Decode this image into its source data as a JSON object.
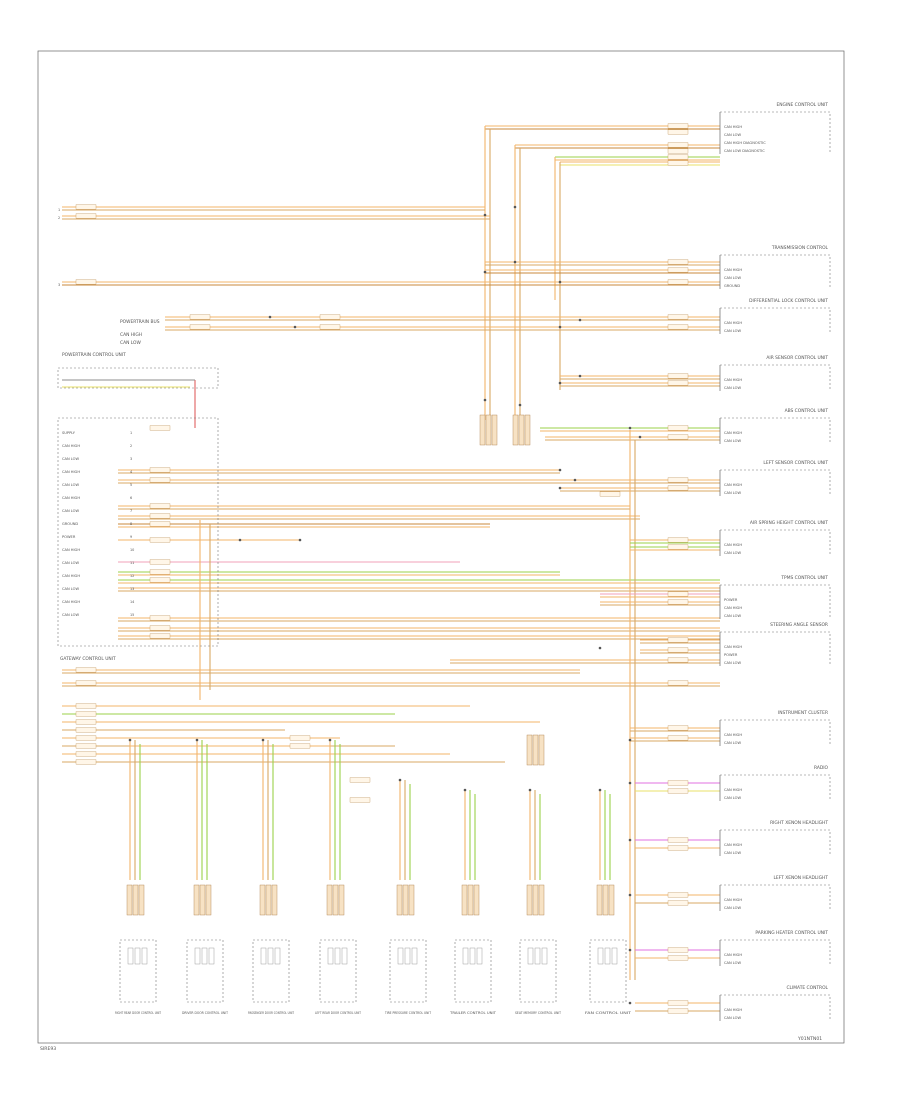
{
  "title": "",
  "footer": {
    "left_ref": "SIRE93",
    "right_ref": "Y01NTN01"
  },
  "colors": {
    "orange": "#f3b46a",
    "dark_orange": "#c98a3c",
    "tan": "#d9a865",
    "green": "#9bd24a",
    "yellow": "#e8e06a",
    "pink": "#f0a0b8",
    "magenta": "#e070e0",
    "red": "#e06060",
    "gray": "#8c8c8c"
  },
  "modules": {
    "left_top": "POWERTRAIN BUS",
    "left_mid": "CAN HIGH",
    "left_low": "CAN LOW",
    "powertrain": "POWERTRAIN CONTROL UNIT",
    "gateway": "GATEWAY CONTROL UNIT"
  },
  "right_modules": [
    {
      "id": "r1",
      "title": "ENGINE CONTROL UNIT",
      "pins": [
        "CAN HIGH",
        "CAN LOW",
        "CAN HIGH DIAGNOSTIC",
        "CAN LOW DIAGNOSTIC"
      ]
    },
    {
      "id": "r2",
      "title": "TRANSMISSION CONTROL",
      "pins": [
        "CAN HIGH",
        "CAN LOW",
        "GROUND"
      ]
    },
    {
      "id": "r3",
      "title": "DIFFERENTIAL LOCK CONTROL UNIT",
      "pins": [
        "CAN HIGH",
        "CAN LOW"
      ]
    },
    {
      "id": "r4",
      "title": "AIR SENSOR CONTROL UNIT",
      "pins": [
        "CAN HIGH",
        "CAN LOW"
      ]
    },
    {
      "id": "r5",
      "title": "ABS CONTROL UNIT",
      "pins": [
        "CAN HIGH",
        "CAN LOW"
      ]
    },
    {
      "id": "r6",
      "title": "LEFT SENSOR CONTROL UNIT",
      "pins": [
        "CAN HIGH",
        "CAN LOW"
      ]
    },
    {
      "id": "r7",
      "title": "AIR SPRING HEIGHT CONTROL UNIT",
      "pins": [
        "CAN HIGH",
        "CAN LOW"
      ]
    },
    {
      "id": "r8",
      "title": "TPMS CONTROL UNIT",
      "pins": [
        "POWER",
        "CAN HIGH",
        "CAN LOW"
      ]
    },
    {
      "id": "r9",
      "title": "STEERING ANGLE SENSOR",
      "pins": [
        "CAN HIGH",
        "POWER",
        "CAN LOW"
      ]
    },
    {
      "id": "r10",
      "title": "INSTRUMENT CLUSTER",
      "pins": [
        "CAN HIGH",
        "CAN LOW"
      ]
    },
    {
      "id": "r11",
      "title": "RADIO",
      "pins": [
        "CAN HIGH",
        "CAN LOW"
      ]
    },
    {
      "id": "r12",
      "title": "RIGHT XENON HEADLIGHT",
      "pins": [
        "CAN HIGH",
        "CAN LOW"
      ]
    },
    {
      "id": "r13",
      "title": "LEFT XENON HEADLIGHT",
      "pins": [
        "CAN HIGH",
        "CAN LOW"
      ]
    },
    {
      "id": "r14",
      "title": "PARKING HEATER CONTROL UNIT",
      "pins": [
        "CAN HIGH",
        "CAN LOW"
      ]
    },
    {
      "id": "r15",
      "title": "CLIMATE CONTROL",
      "pins": [
        "CAN HIGH",
        "CAN LOW"
      ]
    }
  ],
  "bottom_modules": [
    {
      "id": "b1",
      "title": "RIGHT REAR DOOR CONTROL UNIT"
    },
    {
      "id": "b2",
      "title": "DRIVER DOOR CONTROL UNIT"
    },
    {
      "id": "b3",
      "title": "PASSENGER DOOR CONTROL UNIT"
    },
    {
      "id": "b4",
      "title": "LEFT REAR DOOR CONTROL UNIT"
    },
    {
      "id": "b5",
      "title": "TIRE PRESSURE CONTROL UNIT"
    },
    {
      "id": "b6",
      "title": "TRAILER CONTROL UNIT"
    },
    {
      "id": "b7",
      "title": "SEAT MEMORY CONTROL UNIT"
    },
    {
      "id": "b8",
      "title": "FAN CONTROL UNIT"
    }
  ],
  "gateway_pins": [
    "SUPPLY",
    "CAN HIGH",
    "CAN LOW",
    "CAN HIGH",
    "CAN LOW",
    "CAN HIGH",
    "CAN LOW",
    "GROUND",
    "POWER",
    "CAN HIGH",
    "CAN LOW",
    "CAN HIGH",
    "CAN LOW",
    "CAN HIGH",
    "CAN LOW"
  ]
}
